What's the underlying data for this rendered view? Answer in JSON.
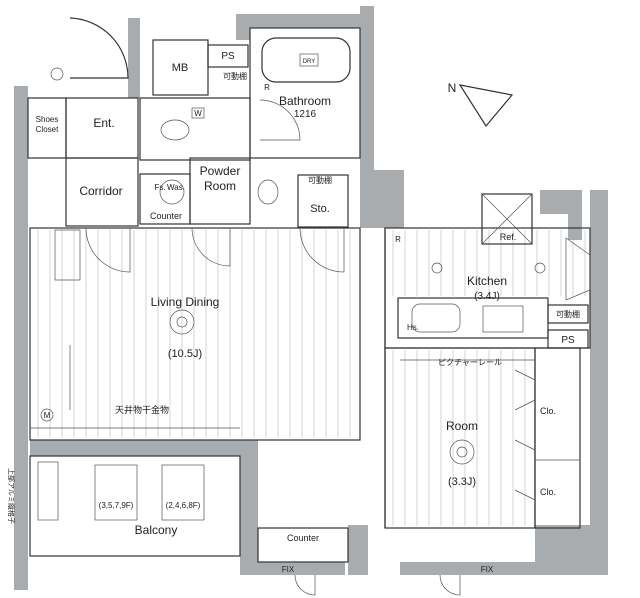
{
  "rooms": {
    "living_dining": {
      "name": "Living Dining",
      "size": "(10.5J)"
    },
    "kitchen": {
      "name": "Kitchen",
      "size": "(3.4J)"
    },
    "room": {
      "name": "Room",
      "size": "(3.3J)"
    },
    "bathroom": {
      "name": "Bathroom",
      "size": "1216"
    },
    "powder_room": {
      "line1": "Powder",
      "line2": "Room"
    },
    "corridor": {
      "name": "Corridor"
    },
    "entrance": {
      "name": "Ent."
    },
    "balcony": {
      "name": "Balcony"
    }
  },
  "fixtures": {
    "shoes_closet_1": "Shoes",
    "shoes_closet_2": "Closet",
    "mb": "MB",
    "ps_top": "PS",
    "ps_kitchen": "PS",
    "shelf_top": "可動棚",
    "shelf_sto": "可動棚",
    "shelf_kitchen": "可動棚",
    "storage": "Sto.",
    "counter_wash": "Counter",
    "counter_bottom": "Counter",
    "washer": "Was.",
    "hs": "Hs.",
    "fs": "Fs.",
    "ref": "Ref.",
    "closet_1": "Clo.",
    "closet_2": "Clo.",
    "picture_rail": "ピクチャーレール",
    "ceiling_hanger": "天井物干金物",
    "fix_1": "FIX",
    "fix_2": "FIX",
    "dry": "DRY",
    "w": "W",
    "r1": "R",
    "r2": "R",
    "m": "M",
    "unit_a": "(3,5,7,9F)",
    "unit_b": "(2,4,6,8F)",
    "side_note": "上部アルミ縦格子"
  },
  "compass": {
    "label": "N"
  },
  "colors": {
    "wall": "#a9acaf",
    "line": "#333333",
    "floor_hatch": "#c9c9c9"
  }
}
